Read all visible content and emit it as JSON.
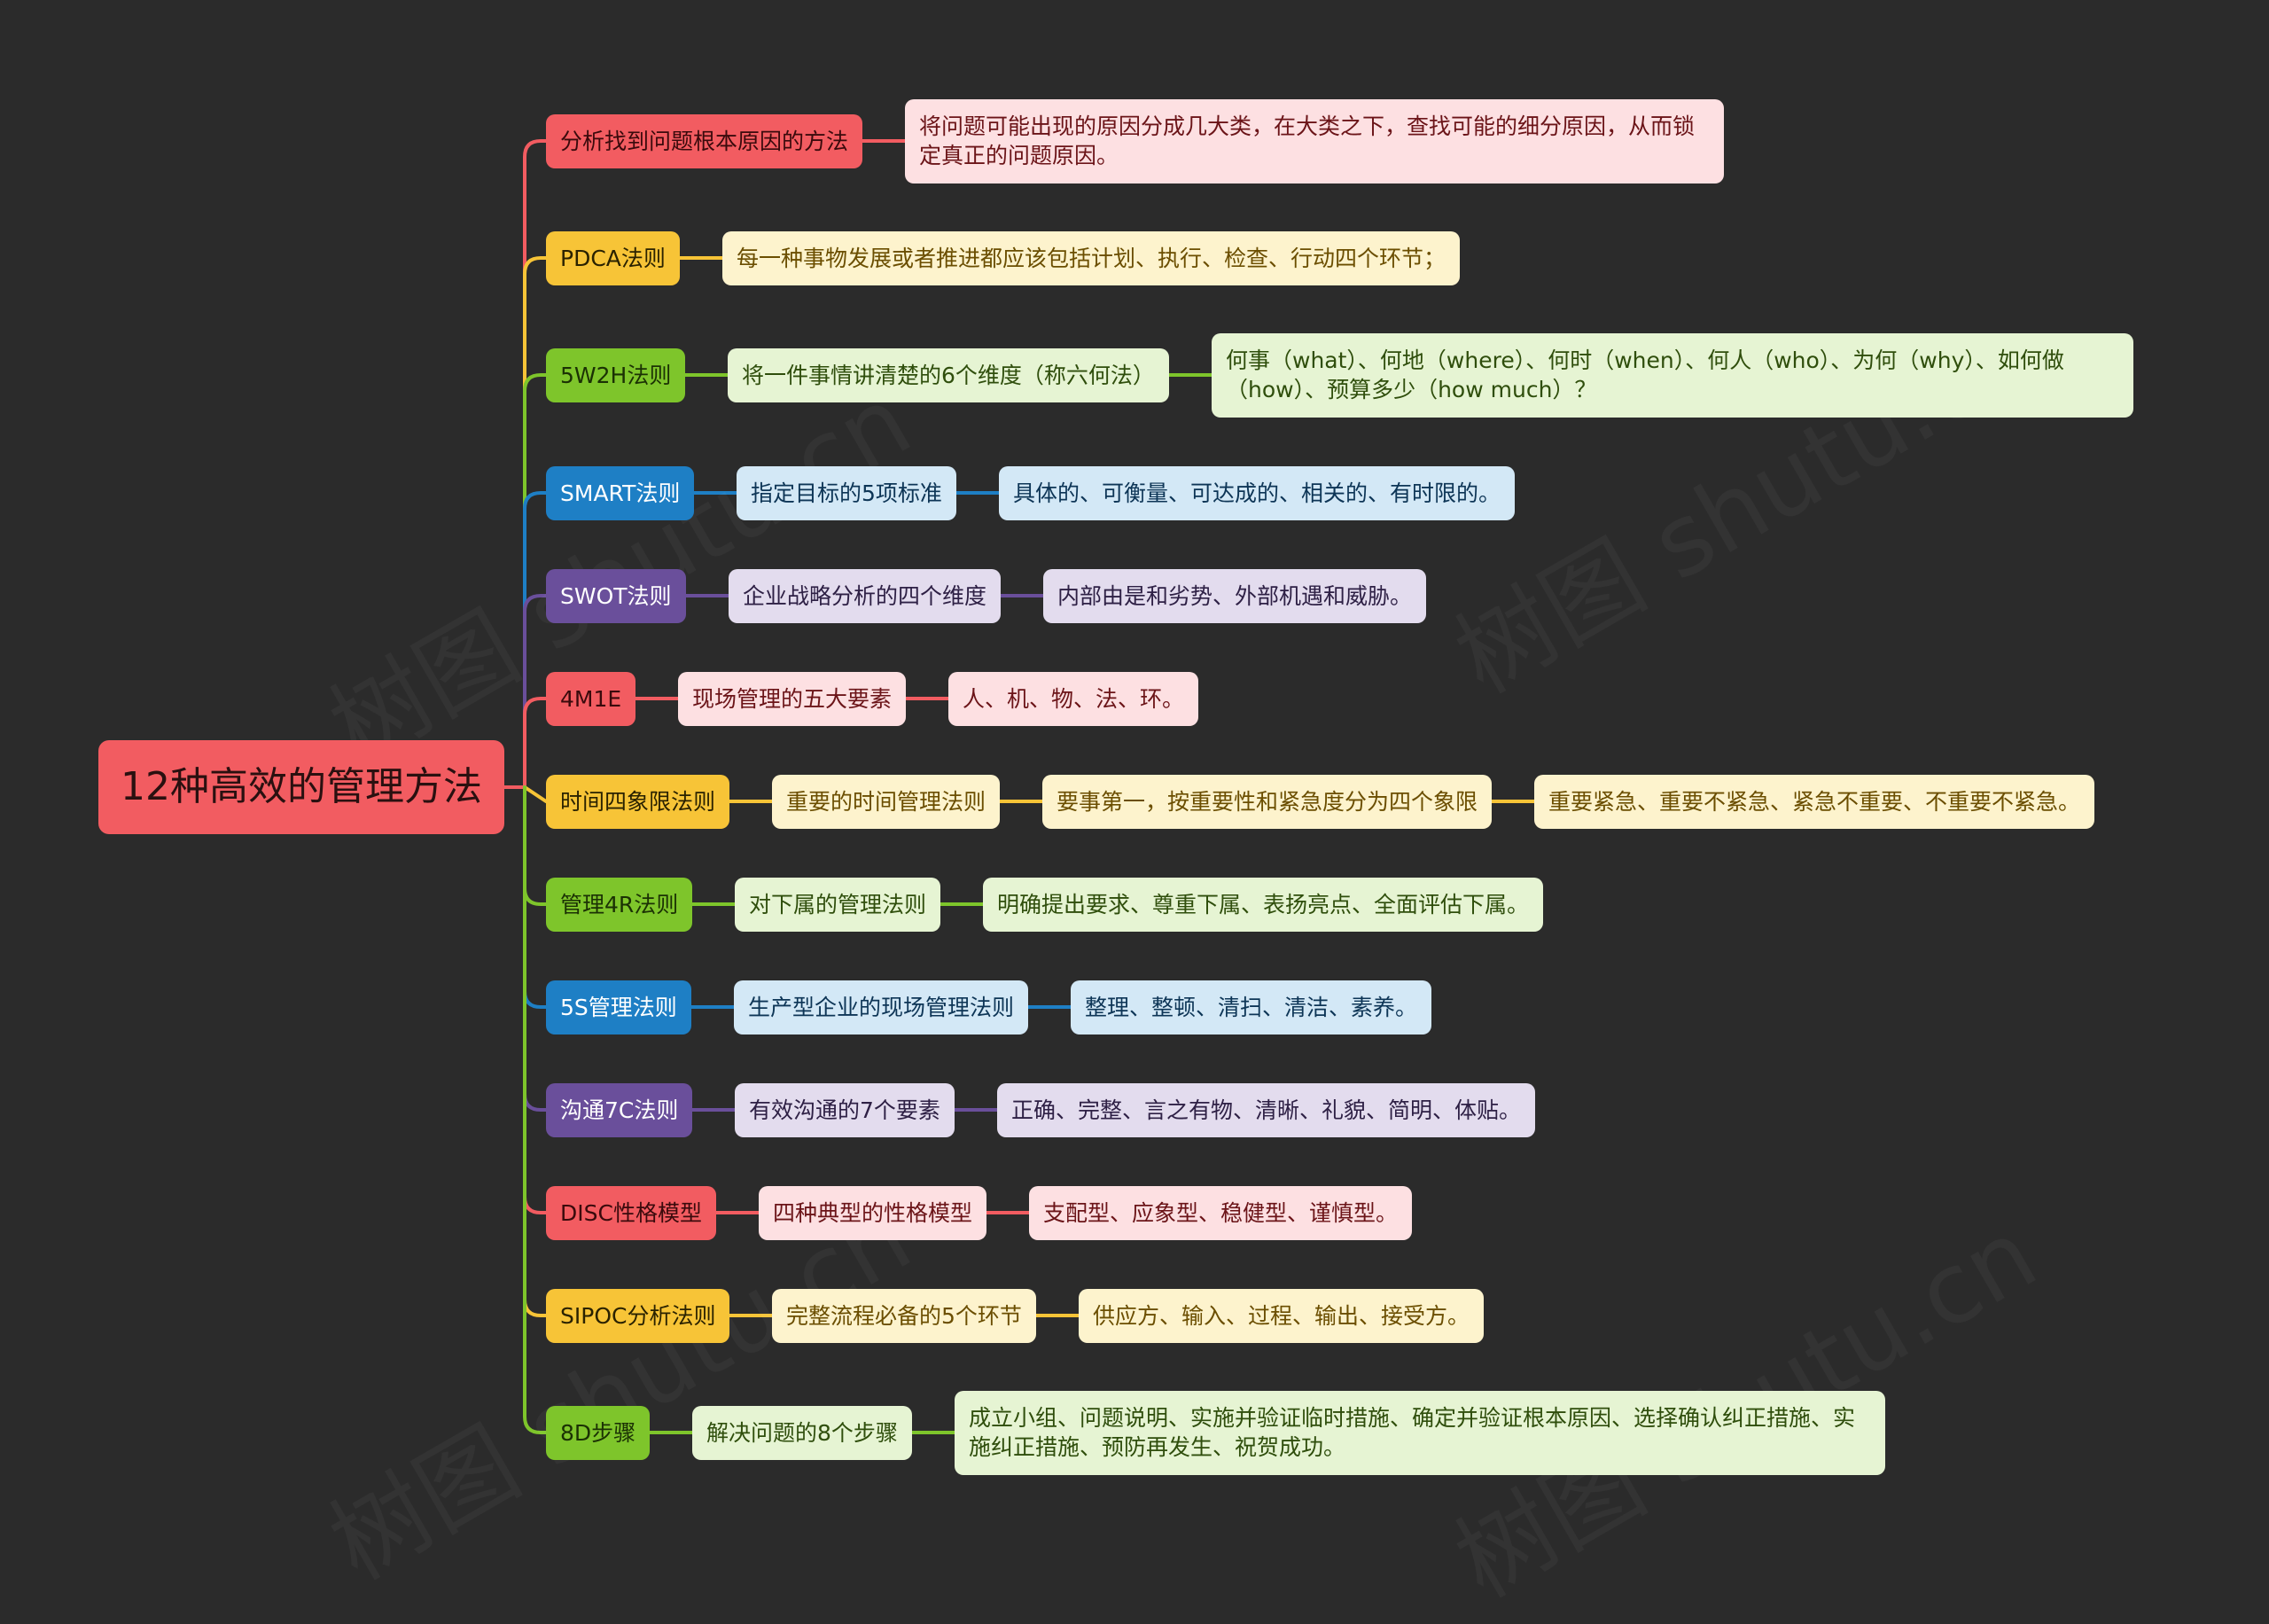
{
  "root": {
    "label": "12种高效的管理方法"
  },
  "watermarks": [
    "树图 shutu.cn",
    "树图 shutu.cn",
    "树图 shutu.cn",
    "树图 shutu.cn"
  ],
  "branches": [
    {
      "label": "分析找到问题根本原因的方法",
      "color": "#f25c61",
      "light": "#fde0e2",
      "text": "#6b1418",
      "children": [
        "将问题可能出现的原因分成几大类，在大类之下，查找可能的细分原因，从而锁定真正的问题原因。"
      ]
    },
    {
      "label": "PDCA法则",
      "color": "#f7c437",
      "light": "#fdf3cd",
      "text": "#6b4e00",
      "children": [
        "每一种事物发展或者推进都应该包括计划、执行、检查、行动四个环节；"
      ]
    },
    {
      "label": "5W2H法则",
      "color": "#7ec52b",
      "light": "#e6f4d3",
      "text": "#2f4e0c",
      "children": [
        "将一件事情讲清楚的6个维度（称六何法）",
        "何事（what）、何地（where）、何时（when）、何人（who）、为何（why）、如何做（how）、预算多少（how much）？"
      ]
    },
    {
      "label": "SMART法则",
      "color": "#1e7fc5",
      "light": "#d3e8f6",
      "text": "#0d3556",
      "children": [
        "指定目标的5项标准",
        "具体的、可衡量、可达成的、相关的、有时限的。"
      ]
    },
    {
      "label": "SWOT法则",
      "color": "#6a4f9b",
      "light": "#e3dcee",
      "text": "#2e2045",
      "children": [
        "企业战略分析的四个维度",
        "内部由是和劣势、外部机遇和威胁。"
      ]
    },
    {
      "label": "4M1E",
      "color": "#f25c61",
      "light": "#fde0e2",
      "text": "#6b1418",
      "children": [
        "现场管理的五大要素",
        "人、机、物、法、环。"
      ]
    },
    {
      "label": "时间四象限法则",
      "color": "#f7c437",
      "light": "#fdf3cd",
      "text": "#6b4e00",
      "children": [
        "重要的时间管理法则",
        "要事第一，按重要性和紧急度分为四个象限",
        "重要紧急、重要不紧急、紧急不重要、不重要不紧急。"
      ]
    },
    {
      "label": "管理4R法则",
      "color": "#7ec52b",
      "light": "#e6f4d3",
      "text": "#2f4e0c",
      "children": [
        "对下属的管理法则",
        "明确提出要求、尊重下属、表扬亮点、全面评估下属。"
      ]
    },
    {
      "label": "5S管理法则",
      "color": "#1e7fc5",
      "light": "#d3e8f6",
      "text": "#0d3556",
      "children": [
        "生产型企业的现场管理法则",
        "整理、整顿、清扫、清洁、素养。"
      ]
    },
    {
      "label": "沟通7C法则",
      "color": "#6a4f9b",
      "light": "#e3dcee",
      "text": "#2e2045",
      "children": [
        "有效沟通的7个要素",
        "正确、完整、言之有物、清晰、礼貌、简明、体贴。"
      ]
    },
    {
      "label": "DISC性格模型",
      "color": "#f25c61",
      "light": "#fde0e2",
      "text": "#6b1418",
      "children": [
        "四种典型的性格模型",
        "支配型、应象型、稳健型、谨慎型。"
      ]
    },
    {
      "label": "SIPOC分析法则",
      "color": "#f7c437",
      "light": "#fdf3cd",
      "text": "#6b4e00",
      "children": [
        "完整流程必备的5个环节",
        "供应方、输入、过程、输出、接受方。"
      ]
    },
    {
      "label": "8D步骤",
      "color": "#7ec52b",
      "light": "#e6f4d3",
      "text": "#2f4e0c",
      "children": [
        "解决问题的8个步骤",
        "成立小组、问题说明、实施并验证临时措施、确定并验证根本原因、选择确认纠正措施、实施纠正措施、预防再发生、祝贺成功。"
      ]
    }
  ]
}
